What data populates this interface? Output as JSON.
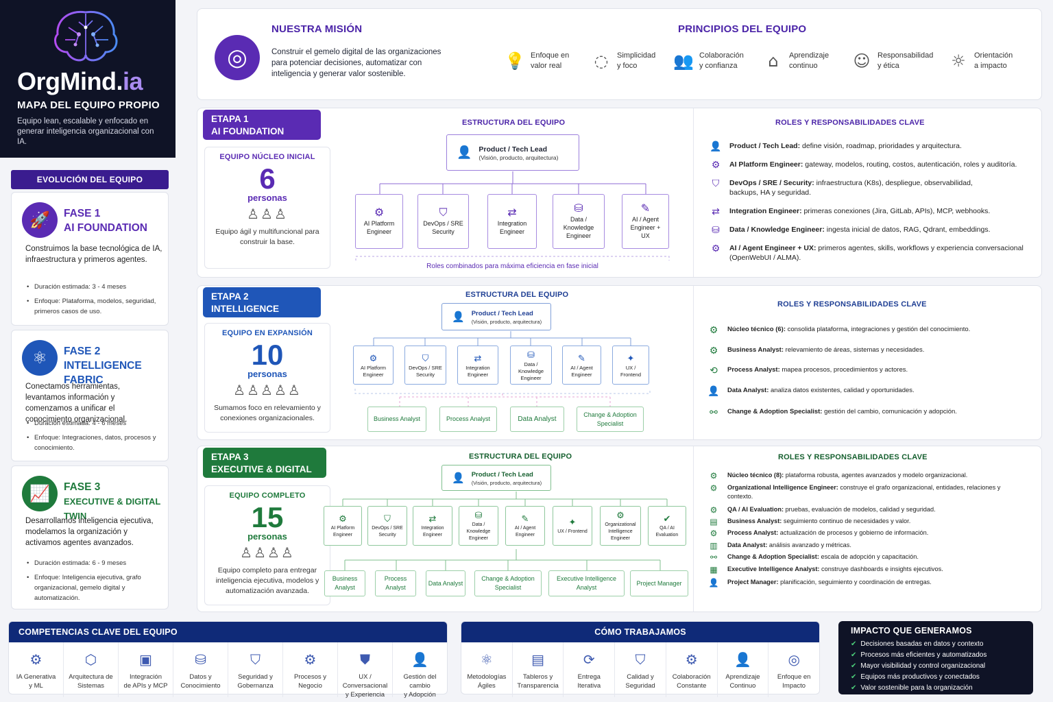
{
  "brand": {
    "name_a": "OrgMind.",
    "name_b": "ia",
    "subtitle": "MAPA DEL EQUIPO PROPIO",
    "description": "Equipo lean, escalable y enfocado en generar inteligencia organizacional con IA."
  },
  "evolution": {
    "title": "EVOLUCIÓN DEL EQUIPO",
    "phases": [
      {
        "l1": "FASE 1",
        "l2": "AI FOUNDATION",
        "icon": "rocket-icon",
        "desc": "Construimos la base tecnológica de IA, infraestructura y primeros agentes.",
        "bullets": [
          "Duración estimada: 3 - 4 meses",
          "Enfoque: Plataforma, modelos, seguridad, primeros casos de uso."
        ]
      },
      {
        "l1": "FASE 2",
        "l2": "INTELLIGENCE FABRIC",
        "icon": "network-icon",
        "desc": "Conectamos herramientas, levantamos información y comenzamos a unificar el conocimiento organizacional.",
        "bullets": [
          "Duración estimada: 4 - 6 meses",
          "Enfoque: Integraciones, datos, procesos y conocimiento."
        ]
      },
      {
        "l1": "FASE 3",
        "l2": "EXECUTIVE & DIGITAL TWIN",
        "icon": "growth-chart-icon",
        "desc": "Desarrollamos inteligencia ejecutiva, modelamos la organización y activamos agentes avanzados.",
        "bullets": [
          "Duración estimada: 6 - 9 meses",
          "Enfoque: Inteligencia ejecutiva, grafo organizacional, gemelo digital y automatización."
        ]
      }
    ]
  },
  "mission": {
    "title": "NUESTRA MISIÓN",
    "text": "Construir el gemelo digital de las organizaciones para potenciar decisiones, automatizar con inteligencia y generar valor sostenible.",
    "principles_title": "PRINCIPIOS DEL EQUIPO",
    "principles": [
      {
        "l1": "Enfoque en",
        "l2": "valor real",
        "icon": "lightbulb-hand-icon"
      },
      {
        "l1": "Simplicidad",
        "l2": "y foco",
        "icon": "lightbulb-icon"
      },
      {
        "l1": "Colaboración",
        "l2": "y confianza",
        "icon": "people-icon"
      },
      {
        "l1": "Aprendizaje",
        "l2": "continuo",
        "icon": "growth-house-icon"
      },
      {
        "l1": "Responsabilidad",
        "l2": "y ética",
        "icon": "ethics-head-icon"
      },
      {
        "l1": "Orientación",
        "l2": "a impacto",
        "icon": "impact-bulb-icon"
      }
    ]
  },
  "stages": [
    {
      "tag1": "ETAPA 1",
      "tag2": "AI FOUNDATION",
      "team_head": "EQUIPO NÚCLEO INICIAL",
      "count": "6",
      "unit": "personas",
      "team_desc": "Equipo ágil y multifuncional para construir la base.",
      "struct_title": "ESTRUCTURA DEL EQUIPO",
      "lead": {
        "title": "Product / Tech Lead",
        "sub": "(Visión, producto, arquitectura)"
      },
      "nodes": [
        "AI Platform Engineer",
        "DevOps / SRE Security",
        "Integration Engineer",
        "Data / Knowledge Engineer",
        "AI / Agent Engineer + UX"
      ],
      "note": "Roles combinados para máxima eficiencia en fase inicial",
      "roles_title": "ROLES Y RESPONSABILIDADES CLAVE",
      "roles": [
        {
          "b": "Product / Tech Lead:",
          "t": " define visión, roadmap, prioridades y arquitectura."
        },
        {
          "b": "AI Platform Engineer:",
          "t": " gateway, modelos, routing, costos, autenticación, roles y auditoría."
        },
        {
          "b": "DevOps / SRE / Security:",
          "t": " infraestructura (K8s), despliegue, observabilidad, backups, HA y seguridad."
        },
        {
          "b": "Integration Engineer:",
          "t": " primeras conexiones (Jira, GitLab, APIs), MCP, webhooks."
        },
        {
          "b": "Data / Knowledge Engineer:",
          "t": " ingesta inicial de datos, RAG, Qdrant, embeddings."
        },
        {
          "b": "AI / Agent Engineer + UX:",
          "t": " primeros agentes, skills, workflows y experiencia conversacional (OpenWebUI / ALMA)."
        }
      ]
    },
    {
      "tag1": "ETAPA 2",
      "tag2": "INTELLIGENCE FABRIC",
      "team_head": "EQUIPO EN EXPANSIÓN",
      "count": "10",
      "unit": "personas",
      "team_desc": "Sumamos foco en relevamiento y conexiones organizacionales.",
      "struct_title": "ESTRUCTURA DEL EQUIPO",
      "lead": {
        "title": "Product / Tech Lead",
        "sub": "(Visión, producto, arquitectura)"
      },
      "nodes": [
        "AI Platform Engineer",
        "DevOps / SRE Security",
        "Integration Engineer",
        "Data / Knowledge Engineer",
        "AI / Agent Engineer",
        "UX / Frontend"
      ],
      "green_nodes": [
        "Business Analyst",
        "Process Analyst",
        "Data Analyst",
        "Change & Adoption Specialist"
      ],
      "roles_title": "ROLES Y RESPONSABILIDADES CLAVE",
      "roles": [
        {
          "b": "Núcleo técnico (6):",
          "t": " consolida plataforma, integraciones y gestión del conocimiento."
        },
        {
          "b": "Business Analyst:",
          "t": " relevamiento de áreas, sistemas y necesidades."
        },
        {
          "b": "Process Analyst:",
          "t": " mapea procesos, procedimientos y actores."
        },
        {
          "b": "Data Analyst:",
          "t": " analiza datos existentes, calidad y oportunidades."
        },
        {
          "b": "Change & Adoption Specialist:",
          "t": " gestión del cambio, comunicación y adopción."
        }
      ]
    },
    {
      "tag1": "ETAPA 3",
      "tag2": "EXECUTIVE & DIGITAL TWIN",
      "team_head": "EQUIPO COMPLETO",
      "count": "15",
      "unit": "personas",
      "team_desc": "Equipo completo para entregar inteligencia ejecutiva, modelos y automatización avanzada.",
      "struct_title": "ESTRUCTURA DEL EQUIPO",
      "lead": {
        "title": "Product / Tech Lead",
        "sub": "(Visión, producto, arquitectura)"
      },
      "nodes": [
        "AI Platform Engineer",
        "DevOps / SRE Security",
        "Integration Engineer",
        "Data / Knowledge Engineer",
        "AI / Agent Engineer",
        "UX / Frontend",
        "Organizational Intelligence Engineer",
        "QA / AI Evaluation"
      ],
      "green_nodes": [
        "Business Analyst",
        "Process Analyst",
        "Data Analyst",
        "Change & Adoption Specialist",
        "Executive Intelligence Analyst",
        "Project Manager"
      ],
      "roles_title": "ROLES Y RESPONSABILIDADES CLAVE",
      "roles": [
        {
          "b": "Núcleo técnico (8):",
          "t": " plataforma robusta, agentes avanzados y modelo organizacional."
        },
        {
          "b": "Organizational Intelligence Engineer:",
          "t": " construye el grafo organizacional, entidades, relaciones y contexto."
        },
        {
          "b": "QA / AI Evaluation:",
          "t": " pruebas, evaluación de modelos, calidad y seguridad."
        },
        {
          "b": "Business Analyst:",
          "t": " seguimiento continuo de necesidades y valor."
        },
        {
          "b": "Process Analyst:",
          "t": " actualización de procesos y gobierno de información."
        },
        {
          "b": "Data Analyst:",
          "t": " análisis avanzado y métricas."
        },
        {
          "b": "Change & Adoption Specialist:",
          "t": " escala de adopción y capacitación."
        },
        {
          "b": "Executive Intelligence Analyst:",
          "t": " construye dashboards e insights ejecutivos."
        },
        {
          "b": "Project Manager:",
          "t": " planificación, seguimiento y coordinación de entregas."
        }
      ]
    }
  ],
  "competencies": {
    "title": "COMPETENCIAS CLAVE DEL EQUIPO",
    "items": [
      {
        "l1": "IA Generativa",
        "l2": "y ML"
      },
      {
        "l1": "Arquitectura de",
        "l2": "Sistemas"
      },
      {
        "l1": "Integración",
        "l2": "de APIs y MCP"
      },
      {
        "l1": "Datos y",
        "l2": "Conocimiento"
      },
      {
        "l1": "Seguridad y",
        "l2": "Gobernanza"
      },
      {
        "l1": "Procesos y",
        "l2": "Negocio"
      },
      {
        "l1": "UX / Conversacional",
        "l2": "y Experiencia"
      },
      {
        "l1": "Gestión del cambio",
        "l2": "y Adopción"
      }
    ]
  },
  "how": {
    "title": "CÓMO TRABAJAMOS",
    "items": [
      {
        "l1": "Metodologías",
        "l2": "Ágiles"
      },
      {
        "l1": "Tableros y",
        "l2": "Transparencia"
      },
      {
        "l1": "Entrega",
        "l2": "Iterativa"
      },
      {
        "l1": "Calidad y",
        "l2": "Seguridad"
      },
      {
        "l1": "Colaboración",
        "l2": "Constante"
      },
      {
        "l1": "Aprendizaje",
        "l2": "Continuo"
      },
      {
        "l1": "Enfoque en",
        "l2": "Impacto"
      }
    ]
  },
  "impact": {
    "title": "IMPACTO QUE GENERAMOS",
    "items": [
      "Decisiones basadas en datos y contexto",
      "Procesos más eficientes y automatizados",
      "Mayor visibilidad y control organizacional",
      "Equipos más productivos y conectados",
      "Valor sostenible para la organización"
    ]
  },
  "colors": {
    "purple": "#5a2bb3",
    "blue": "#1f56b8",
    "green": "#1f7a3c",
    "navy": "#0f2a78"
  }
}
